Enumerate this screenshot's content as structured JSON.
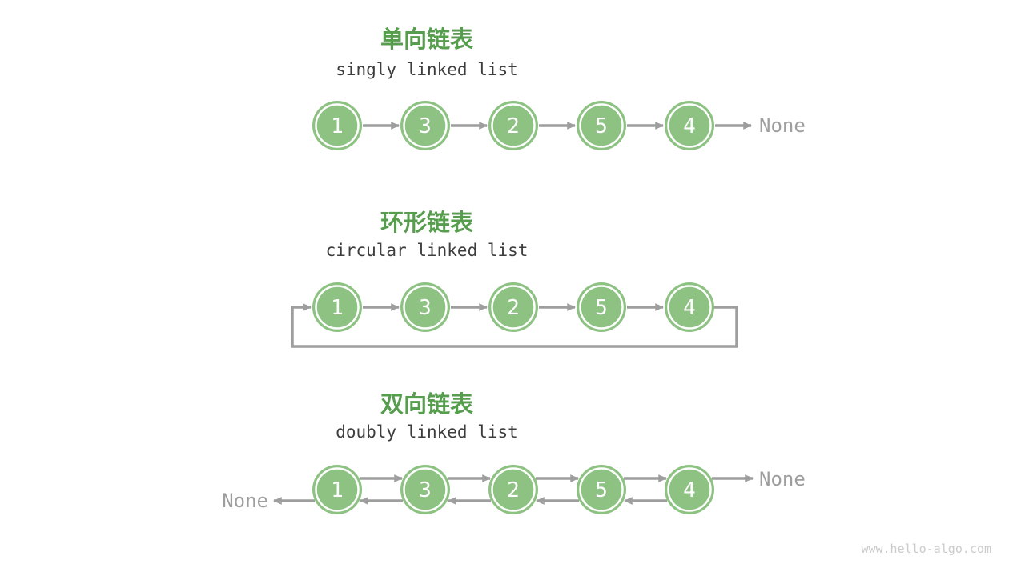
{
  "page": {
    "watermark": "www.hello-algo.com"
  },
  "colors": {
    "background": "#ffffff",
    "node_fill": "#8dc283",
    "node_ring": "#ffffff",
    "node_text": "#ffffff",
    "title_green": "#579d4e",
    "subtitle_text": "#3d3d3d",
    "arrow": "#9e9e9e",
    "none_text": "#9e9e9e",
    "watermark": "#cbcbcb"
  },
  "sections": [
    {
      "id": "singly",
      "title": "单向链表",
      "subtitle": "singly linked list",
      "type": "singly",
      "nodes": [
        "1",
        "3",
        "2",
        "5",
        "4"
      ],
      "tail_label": "None"
    },
    {
      "id": "circular",
      "title": "环形链表",
      "subtitle": "circular linked list",
      "type": "circular",
      "nodes": [
        "1",
        "3",
        "2",
        "5",
        "4"
      ]
    },
    {
      "id": "doubly",
      "title": "双向链表",
      "subtitle": "doubly linked list",
      "type": "doubly",
      "nodes": [
        "1",
        "3",
        "2",
        "5",
        "4"
      ],
      "head_label": "None",
      "tail_label": "None"
    }
  ]
}
